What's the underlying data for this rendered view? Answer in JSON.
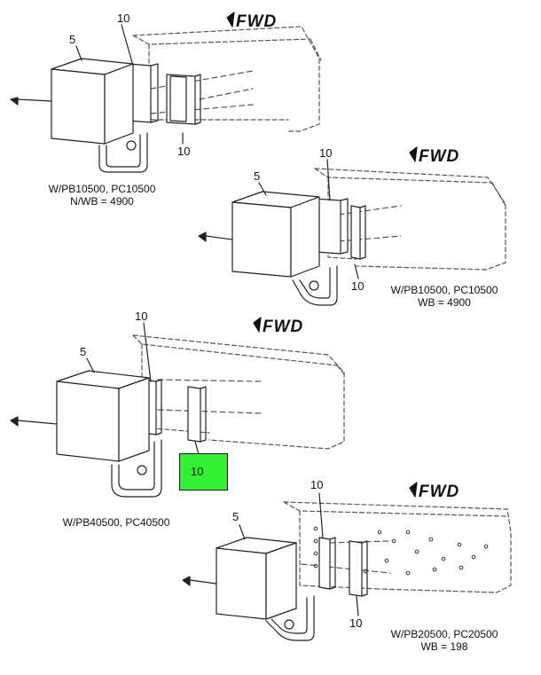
{
  "highlight_color": "#33ee33",
  "fwd_label": "FWD",
  "views": [
    {
      "callout_bracket": "10",
      "callout_box": "5",
      "callout_bottom": "10",
      "caption_line1": "W/PB10500, PC10500",
      "caption_line2": "N/WB = 4900"
    },
    {
      "callout_bracket": "10",
      "callout_box": "5",
      "callout_bottom": "10",
      "caption_line1": "W/PB10500, PC10500",
      "caption_line2": "WB = 4900"
    },
    {
      "callout_bracket": "10",
      "callout_box": "5",
      "callout_bottom": "10",
      "caption_line1": "W/PB40500, PC40500",
      "caption_line2": ""
    },
    {
      "callout_bracket": "10",
      "callout_box": "5",
      "callout_bottom": "10",
      "caption_line1": "W/PB20500, PC20500",
      "caption_line2": "WB = 198"
    }
  ]
}
